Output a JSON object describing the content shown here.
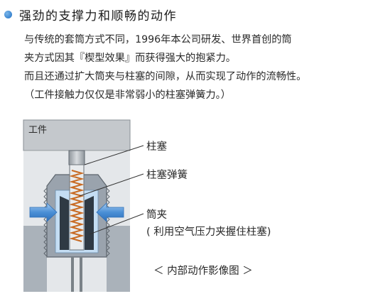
{
  "heading": {
    "text": "强劲的支撑力和顺畅的动作",
    "bullet_color": "#2a78c8"
  },
  "paragraph": {
    "lines": [
      "与传统的套筒方式不同，1996年本公司研发、世界首创的筒",
      "夹方式因其『楔型效果』而获得强大的抱紧力。",
      "而且还通过扩大筒夹与柱塞的间隙，从而实现了动作的流畅性。",
      "（工件接触力仅仅是非常弱小的柱塞弹簧力。）"
    ]
  },
  "diagram": {
    "workpiece_label": "工件",
    "labels": {
      "plunger": "柱塞",
      "plunger_spring": "柱塞弹簧",
      "collet": "筒夹",
      "collet_note": "( 利用空气压力夹握住柱塞)"
    },
    "caption": "＜ 内部动作影像图 ＞",
    "colors": {
      "workpiece": "#c4c8cc",
      "body": "#e4e7ea",
      "housing": "#9aa3ad",
      "air": "#c4ddf3",
      "collet": "#2f3a44",
      "spring": "#c86a22",
      "arrow": "#4a8fd6"
    }
  }
}
